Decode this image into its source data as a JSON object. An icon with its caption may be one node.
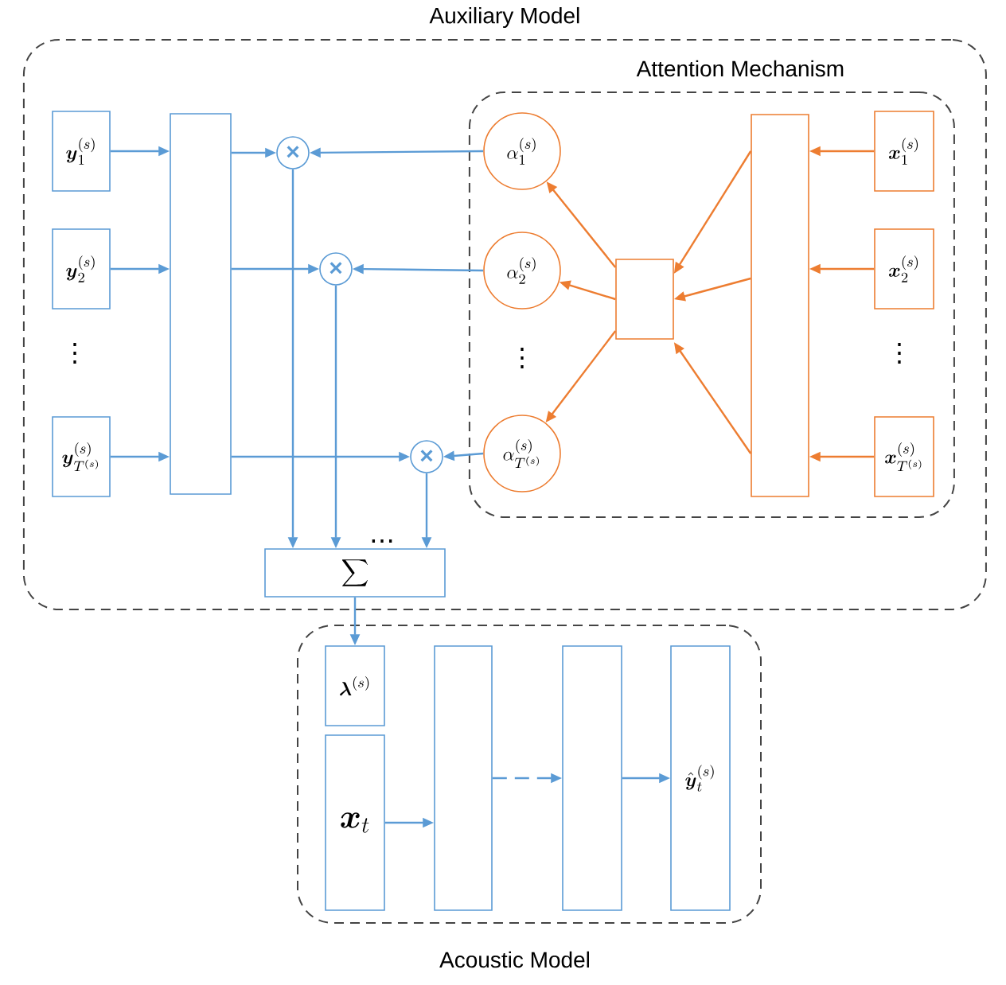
{
  "diagram": {
    "nodes": [
      {
        "text": [
          "Auxiliary Model"
        ]
      },
      {
        "text": [
          "Attention Mechanism"
        ],
        "in": 0
      },
      {
        "text": [
          "\\boldsymbol{y}_1^{(s)}"
        ],
        "in": 0
      },
      {
        "text": [
          "\\boldsymbol{y}_2^{(s)}"
        ],
        "in": 0
      },
      {
        "text": [
          "\\boldsymbol{y}_{T^{(s)}}^{(s)}"
        ],
        "in": 0
      },
      {
        "text": [],
        "shape": "box",
        "in": 0
      },
      {
        "text": [
          "×"
        ],
        "in": 0
      },
      {
        "text": [
          "×"
        ],
        "in": 0
      },
      {
        "text": [
          "×"
        ],
        "in": 0
      },
      {
        "text": [
          "\\alpha_1^{(s)}"
        ],
        "in": 1
      },
      {
        "text": [
          "\\alpha_2^{(s)}"
        ],
        "in": 1
      },
      {
        "text": [
          "\\alpha_{T^{(s)}}^{(s)}"
        ],
        "in": 1
      },
      {
        "text": [],
        "shape": "box",
        "in": 1
      },
      {
        "text": [],
        "shape": "box",
        "in": 1
      },
      {
        "text": [
          "\\boldsymbol{x}_1^{(s)}"
        ],
        "in": 1
      },
      {
        "text": [
          "\\boldsymbol{x}_2^{(s)}"
        ],
        "in": 1
      },
      {
        "text": [
          "\\boldsymbol{x}_{T^{(s)}}^{(s)}"
        ],
        "in": 1
      },
      {
        "text": [
          "\\sum"
        ],
        "in": 0
      },
      {
        "text": [
          "Acoustic Model"
        ]
      },
      {
        "text": [
          "\\boldsymbol{\\lambda}^{(s)}"
        ],
        "in": 18
      },
      {
        "text": [
          "\\boldsymbol{x}_t"
        ],
        "in": 18
      },
      {
        "text": [],
        "shape": "box",
        "in": 18
      },
      {
        "text": [],
        "shape": "box",
        "in": 18
      },
      {
        "text": [
          "\\hat{\\boldsymbol{y}}_t^{(s)}"
        ],
        "in": 18
      }
    ],
    "edges": [
      {
        "from": 2,
        "to": 5,
        "arrow": "to"
      },
      {
        "from": 3,
        "to": 5,
        "arrow": "to"
      },
      {
        "from": 4,
        "to": 5,
        "arrow": "to"
      },
      {
        "from": 5,
        "to": 6,
        "arrow": "to"
      },
      {
        "from": 5,
        "to": 7,
        "arrow": "to"
      },
      {
        "from": 5,
        "to": 8,
        "arrow": "to"
      },
      {
        "from": 9,
        "to": 6,
        "arrow": "to"
      },
      {
        "from": 10,
        "to": 7,
        "arrow": "to"
      },
      {
        "from": 11,
        "to": 8,
        "arrow": "to"
      },
      {
        "from": 6,
        "to": 17,
        "arrow": "to"
      },
      {
        "from": 7,
        "to": 17,
        "arrow": "to"
      },
      {
        "from": 8,
        "to": 17,
        "arrow": "to"
      },
      {
        "from": 14,
        "to": 13,
        "arrow": "to",
        "color": "#ed7d31"
      },
      {
        "from": 15,
        "to": 13,
        "arrow": "to",
        "color": "#ed7d31"
      },
      {
        "from": 16,
        "to": 13,
        "arrow": "to",
        "color": "#ed7d31"
      },
      {
        "from": 13,
        "to": 12,
        "arrow": "to",
        "color": "#ed7d31"
      },
      {
        "from": 13,
        "to": 12,
        "arrow": "to",
        "color": "#ed7d31"
      },
      {
        "from": 13,
        "to": 12,
        "arrow": "to",
        "color": "#ed7d31"
      },
      {
        "from": 12,
        "to": 9,
        "arrow": "to",
        "color": "#ed7d31"
      },
      {
        "from": 12,
        "to": 10,
        "arrow": "to",
        "color": "#ed7d31"
      },
      {
        "from": 12,
        "to": 11,
        "arrow": "to",
        "color": "#ed7d31"
      },
      {
        "from": 17,
        "to": 19,
        "arrow": "to"
      },
      {
        "from": 20,
        "to": 21,
        "arrow": "to"
      },
      {
        "from": 21,
        "to": 22,
        "arrow": "to",
        "style": "dashed"
      },
      {
        "from": 22,
        "to": 23,
        "arrow": "to"
      }
    ],
    "labels": [
      "⋮",
      "⋮",
      "⋮",
      "…"
    ]
  }
}
